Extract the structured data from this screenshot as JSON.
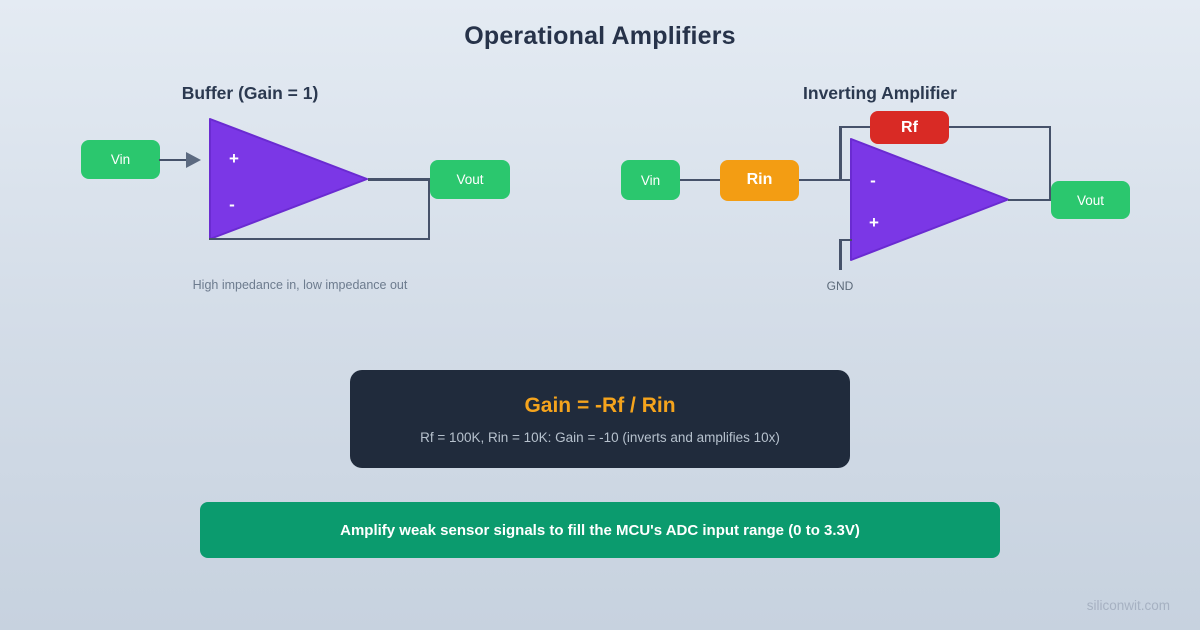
{
  "page": {
    "title": "Operational Amplifiers",
    "watermark": "siliconwit.com"
  },
  "colors": {
    "background_top": "#e4ebf3",
    "background_bottom": "#c7d2df",
    "node_green": "#2bc76e",
    "opamp_purple": "#7b37e6",
    "resistor_orange": "#f39d13",
    "feedback_red": "#d92a25",
    "formula_card_navy": "#202b3c",
    "formula_accent_orange": "#f5a41d",
    "note_banner_green": "#0b9b6e",
    "wire_slate": "#46526a"
  },
  "buffer": {
    "title": "Buffer (Gain = 1)",
    "vin_label": "Vin",
    "vout_label": "Vout",
    "noninverting_input": "+",
    "inverting_input": "-",
    "caption": "High impedance in, low impedance out"
  },
  "inverting": {
    "title": "Inverting Amplifier",
    "vin_label": "Vin",
    "rin_label": "Rin",
    "rf_label": "Rf",
    "vout_label": "Vout",
    "noninverting_input": "+",
    "inverting_input": "-",
    "gnd_label": "GND"
  },
  "formula": {
    "title": "Gain = -Rf / Rin",
    "subtitle": "Rf = 100K, Rin = 10K: Gain = -10 (inverts and amplifies 10x)"
  },
  "note": {
    "text": "Amplify weak sensor signals to fill the MCU's ADC input range (0 to 3.3V)"
  }
}
